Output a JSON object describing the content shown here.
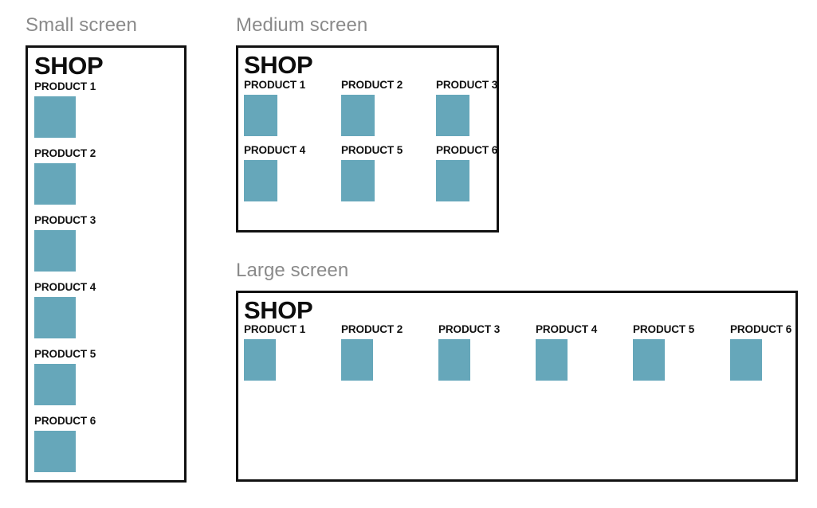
{
  "sections": [
    {
      "caption": "Small screen"
    },
    {
      "caption": "Medium screen"
    },
    {
      "caption": "Large screen"
    }
  ],
  "shop_title": "SHOP",
  "products": [
    "PRODUCT 1",
    "PRODUCT 2",
    "PRODUCT 3",
    "PRODUCT 4",
    "PRODUCT 5",
    "PRODUCT 6"
  ],
  "colors": {
    "swatch": "#66a7ba",
    "frame_border": "#111111",
    "caption_text": "#8a8a8a",
    "title_text": "#0d0d0d",
    "label_text": "#111111",
    "background": "#ffffff"
  },
  "layout": {
    "small": {
      "columns": 1,
      "rows": 6
    },
    "medium": {
      "columns": 3,
      "rows": 2
    },
    "large": {
      "columns": 6,
      "rows": 1
    }
  }
}
